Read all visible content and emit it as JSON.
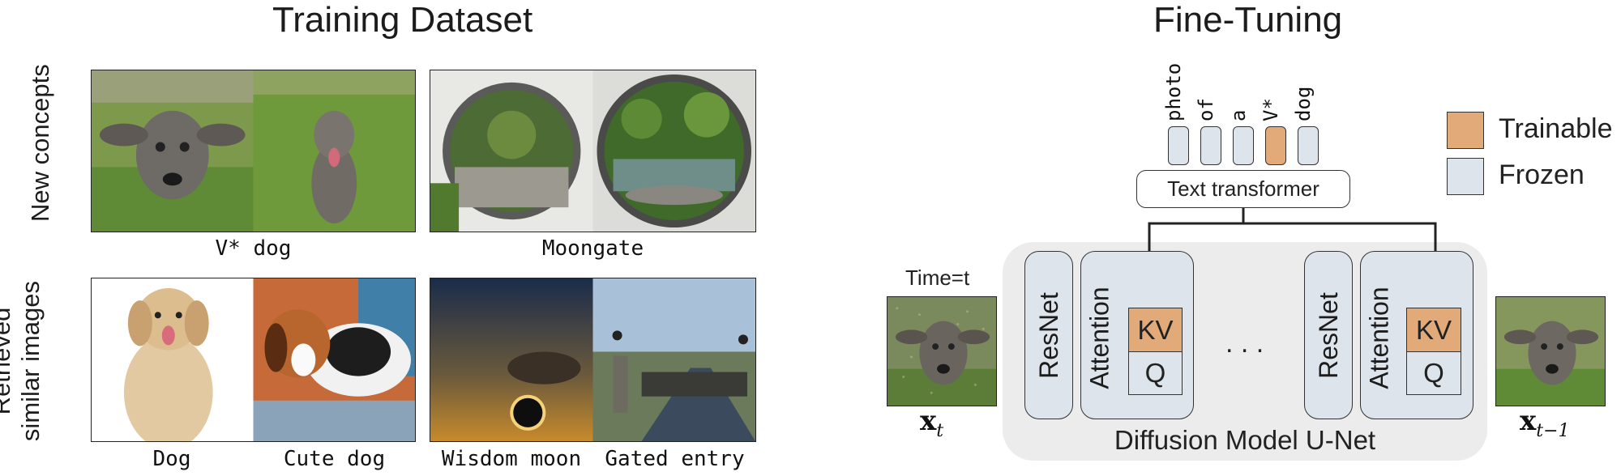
{
  "left": {
    "title": "Training Dataset",
    "row1_label": "New concepts",
    "row2_label_line1": "Retrieved",
    "row2_label_line2": "similar images",
    "captions": {
      "vdog": "V* dog",
      "moongate": "Moongate",
      "dog": "Dog",
      "cute_dog": "Cute dog",
      "wisdom_moon": "Wisdom moon",
      "gated_entry": "Gated entry"
    }
  },
  "right": {
    "title": "Fine-Tuning",
    "tokens": [
      "photo",
      "of",
      "a",
      "V*",
      "dog"
    ],
    "text_transformer": "Text transformer",
    "legend": {
      "trainable": "Trainable",
      "frozen": "Frozen"
    },
    "time_label": "Time=t",
    "xt_label": "x",
    "xt_sub": "t",
    "xt1_label": "x",
    "xt1_sub": "t−1",
    "resnet": "ResNet",
    "attention": "Attention",
    "kv": "KV",
    "q": "Q",
    "ellipsis": ". . .",
    "unet_label": "Diffusion Model U-Net"
  },
  "colors": {
    "trainable": "#e2aa78",
    "frozen": "#dde4ec",
    "unet_bg": "#ececec"
  }
}
